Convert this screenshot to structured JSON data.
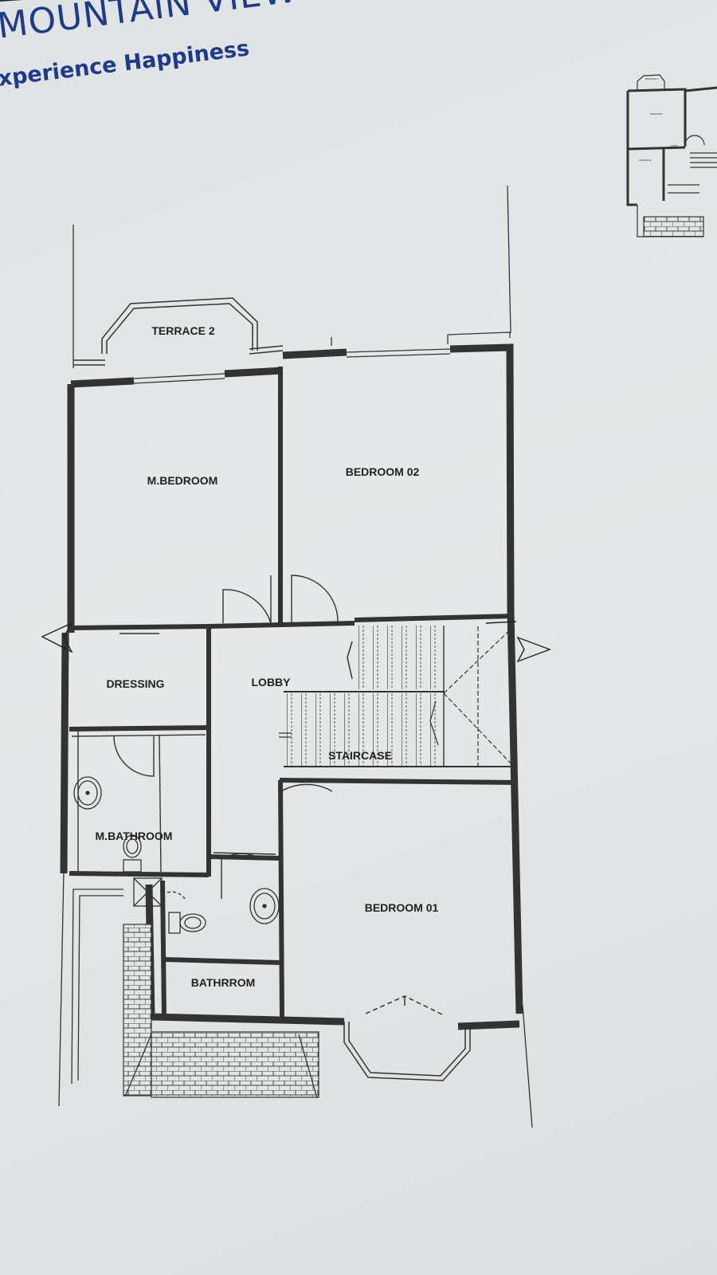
{
  "brand": {
    "title": "MOUNTAIN VIEW",
    "tagline": "xperience Happiness"
  },
  "floor_plan": {
    "rooms": {
      "terrace_2": "TERRACE 2",
      "master_bedroom": "M.BEDROOM",
      "bedroom_02": "BEDROOM 02",
      "dressing": "DRESSING",
      "lobby": "LOBBY",
      "staircase": "STAIRCASE",
      "master_bathroom": "M.BATHROOM",
      "bedroom_01": "BEDROOM 01",
      "bathroom": "BATHRROM"
    }
  }
}
